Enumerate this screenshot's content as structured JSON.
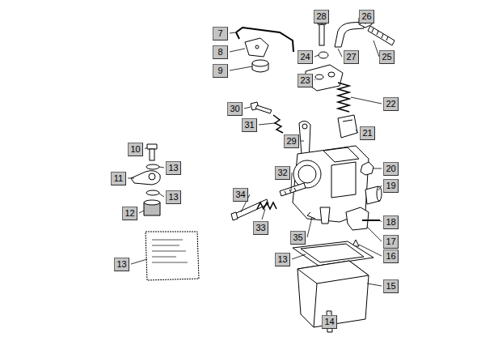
{
  "diagram": {
    "labels": [
      "7",
      "8",
      "9",
      "28",
      "26",
      "24",
      "27",
      "25",
      "23",
      "22",
      "30",
      "31",
      "29",
      "21",
      "20",
      "19",
      "10",
      "13",
      "11",
      "13",
      "12",
      "32",
      "34",
      "33",
      "18",
      "17",
      "35",
      "16",
      "13",
      "15",
      "13",
      "14"
    ]
  }
}
